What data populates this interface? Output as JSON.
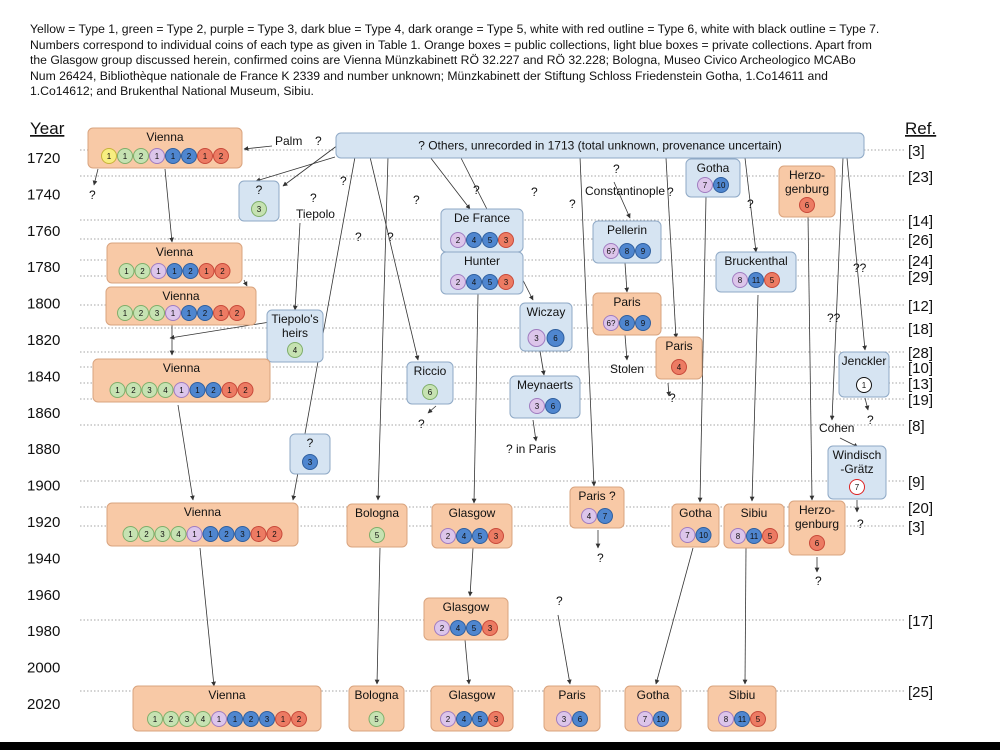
{
  "caption": [
    "Yellow = Type 1, green = Type 2, purple = Type 3, dark blue = Type 4, dark orange = Type 5, white with red outline = Type 6, white with black outline = Type 7.",
    "Numbers correspond to individual coins of each type as given in Table 1. Orange boxes = public collections, light blue boxes = private collections. Apart from",
    "the Glasgow group discussed herein, confirmed coins are Vienna Münzkabinett RÖ 32.227 and RÖ 32.228; Bologna, Museo Civico Archeologico MCABo",
    "Num 26424, Bibliothèque nationale de France K 2339 and number unknown; Münzkabinett der Stiftung Schloss Friedenstein Gotha, 1.Co14611 and",
    "1.Co14612; and Brukenthal National Museum, Sibiu."
  ],
  "colors": {
    "public": "#f8c9a6",
    "private": "#d6e4f2",
    "type1": "#f7ee80",
    "type2": "#c6e2b2",
    "type3": "#dcc5ea",
    "type4": "#4f86cf",
    "type5": "#ec7b63",
    "type6": "#ffffff",
    "type7": "#ffffff"
  },
  "axis": {
    "year_header": "Year",
    "ref_header": "Ref.",
    "years": [
      "1720",
      "1740",
      "1760",
      "1780",
      "1800",
      "1820",
      "1840",
      "1860",
      "1880",
      "1900",
      "1920",
      "1940",
      "1960",
      "1980",
      "2000",
      "2020"
    ]
  },
  "refs": [
    "[3]",
    "[23]",
    "[14]",
    "[26]",
    "[24]",
    "[29]",
    "[12]",
    "[18]",
    "[28]",
    "[10]",
    "[13]",
    "[19]",
    "[8]",
    "[9]",
    "[20]",
    "[3]",
    "[17]",
    "[25]"
  ],
  "collections": [
    {
      "id": "vienna1713",
      "label": "Vienna",
      "kind": "public",
      "coins": [
        {
          "t": 1,
          "n": "1"
        },
        {
          "t": 2,
          "n": "1"
        },
        {
          "t": 2,
          "n": "2"
        },
        {
          "t": 3,
          "n": "1"
        },
        {
          "t": 4,
          "n": "1"
        },
        {
          "t": 4,
          "n": "2"
        },
        {
          "t": 5,
          "n": "1"
        },
        {
          "t": 5,
          "n": "2"
        }
      ]
    },
    {
      "id": "others",
      "label": "? Others, unrecorded in 1713 (total unknown, provenance uncertain)",
      "kind": "private",
      "coins": []
    },
    {
      "id": "q1740",
      "label": "?",
      "kind": "private",
      "coins": [
        {
          "t": 2,
          "n": "3"
        }
      ]
    },
    {
      "id": "gotha1730",
      "label": "Gotha",
      "kind": "private",
      "coins": [
        {
          "t": 3,
          "n": "7"
        },
        {
          "t": 4,
          "n": "10"
        }
      ]
    },
    {
      "id": "herzo1740",
      "label": "Herzo-|genburg",
      "kind": "public",
      "coins": [
        {
          "t": 5,
          "n": "6"
        }
      ]
    },
    {
      "id": "defrance",
      "label": "De France",
      "kind": "private",
      "coins": [
        {
          "t": 3,
          "n": "2"
        },
        {
          "t": 4,
          "n": "4"
        },
        {
          "t": 4,
          "n": "5"
        },
        {
          "t": 5,
          "n": "3"
        }
      ]
    },
    {
      "id": "pellerin",
      "label": "Pellerin",
      "kind": "private",
      "coins": [
        {
          "t": 3,
          "n": "6?"
        },
        {
          "t": 4,
          "n": "8"
        },
        {
          "t": 4,
          "n": "9"
        }
      ]
    },
    {
      "id": "vienna1775",
      "label": "Vienna",
      "kind": "public",
      "coins": [
        {
          "t": 2,
          "n": "1"
        },
        {
          "t": 2,
          "n": "2"
        },
        {
          "t": 3,
          "n": "1"
        },
        {
          "t": 4,
          "n": "1"
        },
        {
          "t": 4,
          "n": "2"
        },
        {
          "t": 5,
          "n": "1"
        },
        {
          "t": 5,
          "n": "2"
        }
      ]
    },
    {
      "id": "hunter",
      "label": "Hunter",
      "kind": "private",
      "coins": [
        {
          "t": 3,
          "n": "2"
        },
        {
          "t": 4,
          "n": "4"
        },
        {
          "t": 4,
          "n": "5"
        },
        {
          "t": 5,
          "n": "3"
        }
      ]
    },
    {
      "id": "bruck1780",
      "label": "Bruckenthal",
      "kind": "private",
      "coins": [
        {
          "t": 3,
          "n": "8"
        },
        {
          "t": 4,
          "n": "11"
        },
        {
          "t": 5,
          "n": "5"
        }
      ]
    },
    {
      "id": "vienna1800",
      "label": "Vienna",
      "kind": "public",
      "coins": [
        {
          "t": 2,
          "n": "1"
        },
        {
          "t": 2,
          "n": "2"
        },
        {
          "t": 2,
          "n": "3"
        },
        {
          "t": 3,
          "n": "1"
        },
        {
          "t": 4,
          "n": "1"
        },
        {
          "t": 4,
          "n": "2"
        },
        {
          "t": 5,
          "n": "1"
        },
        {
          "t": 5,
          "n": "2"
        }
      ]
    },
    {
      "id": "paris1805",
      "label": "Paris",
      "kind": "public",
      "coins": [
        {
          "t": 3,
          "n": "6?"
        },
        {
          "t": 4,
          "n": "8"
        },
        {
          "t": 4,
          "n": "9"
        }
      ]
    },
    {
      "id": "wiczay",
      "label": "Wiczay",
      "kind": "private",
      "coins": [
        {
          "t": 3,
          "n": "3"
        },
        {
          "t": 4,
          "n": "6"
        }
      ]
    },
    {
      "id": "tiepoloheirs",
      "label": "Tiepolo's|heirs",
      "kind": "private",
      "coins": [
        {
          "t": 2,
          "n": "4"
        }
      ]
    },
    {
      "id": "paris1835",
      "label": "Paris",
      "kind": "public",
      "coins": [
        {
          "t": 5,
          "n": "4"
        }
      ]
    },
    {
      "id": "vienna1840",
      "label": "Vienna",
      "kind": "public",
      "coins": [
        {
          "t": 2,
          "n": "1"
        },
        {
          "t": 2,
          "n": "2"
        },
        {
          "t": 2,
          "n": "3"
        },
        {
          "t": 2,
          "n": "4"
        },
        {
          "t": 3,
          "n": "1"
        },
        {
          "t": 4,
          "n": "1"
        },
        {
          "t": 4,
          "n": "2"
        },
        {
          "t": 5,
          "n": "1"
        },
        {
          "t": 5,
          "n": "2"
        }
      ]
    },
    {
      "id": "riccio",
      "label": "Riccio",
      "kind": "private",
      "coins": [
        {
          "t": 2,
          "n": "6"
        }
      ]
    },
    {
      "id": "meynaerts",
      "label": "Meynaerts",
      "kind": "private",
      "coins": [
        {
          "t": 3,
          "n": "3"
        },
        {
          "t": 4,
          "n": "6"
        }
      ]
    },
    {
      "id": "jenckler",
      "label": "Jenckler",
      "kind": "private",
      "coins": [
        {
          "t": 7,
          "n": "1"
        }
      ]
    },
    {
      "id": "q1885",
      "label": "?",
      "kind": "private",
      "coins": [
        {
          "t": 4,
          "n": "3"
        }
      ]
    },
    {
      "id": "windisch",
      "label": "Windisch|-Grätz",
      "kind": "private",
      "coins": [
        {
          "t": 6,
          "n": "7"
        }
      ]
    },
    {
      "id": "vienna1920",
      "label": "Vienna",
      "kind": "public",
      "coins": [
        {
          "t": 2,
          "n": "1"
        },
        {
          "t": 2,
          "n": "2"
        },
        {
          "t": 2,
          "n": "3"
        },
        {
          "t": 2,
          "n": "4"
        },
        {
          "t": 3,
          "n": "1"
        },
        {
          "t": 4,
          "n": "1"
        },
        {
          "t": 4,
          "n": "2"
        },
        {
          "t": 4,
          "n": "3"
        },
        {
          "t": 5,
          "n": "1"
        },
        {
          "t": 5,
          "n": "2"
        }
      ]
    },
    {
      "id": "bologna1920",
      "label": "Bologna",
      "kind": "public",
      "coins": [
        {
          "t": 2,
          "n": "5"
        }
      ]
    },
    {
      "id": "glasgow1920",
      "label": "Glasgow",
      "kind": "public",
      "coins": [
        {
          "t": 3,
          "n": "2"
        },
        {
          "t": 4,
          "n": "4"
        },
        {
          "t": 4,
          "n": "5"
        },
        {
          "t": 5,
          "n": "3"
        }
      ]
    },
    {
      "id": "paris1915",
      "label": "Paris ?",
      "kind": "public",
      "coins": [
        {
          "t": 3,
          "n": "4"
        },
        {
          "t": 4,
          "n": "7"
        }
      ]
    },
    {
      "id": "gotha1920",
      "label": "Gotha",
      "kind": "public",
      "coins": [
        {
          "t": 3,
          "n": "7"
        },
        {
          "t": 4,
          "n": "10"
        }
      ]
    },
    {
      "id": "sibiu1920",
      "label": "Sibiu",
      "kind": "public",
      "coins": [
        {
          "t": 3,
          "n": "8"
        },
        {
          "t": 4,
          "n": "11"
        },
        {
          "t": 5,
          "n": "5"
        }
      ]
    },
    {
      "id": "herzo1920",
      "label": "Herzo-|genburg",
      "kind": "public",
      "coins": [
        {
          "t": 5,
          "n": "6"
        }
      ]
    },
    {
      "id": "glasgow1975",
      "label": "Glasgow",
      "kind": "public",
      "coins": [
        {
          "t": 3,
          "n": "2"
        },
        {
          "t": 4,
          "n": "4"
        },
        {
          "t": 4,
          "n": "5"
        },
        {
          "t": 5,
          "n": "3"
        }
      ]
    },
    {
      "id": "vienna2020",
      "label": "Vienna",
      "kind": "public",
      "coins": [
        {
          "t": 2,
          "n": "1"
        },
        {
          "t": 2,
          "n": "2"
        },
        {
          "t": 2,
          "n": "3"
        },
        {
          "t": 2,
          "n": "4"
        },
        {
          "t": 3,
          "n": "1"
        },
        {
          "t": 4,
          "n": "1"
        },
        {
          "t": 4,
          "n": "2"
        },
        {
          "t": 4,
          "n": "3"
        },
        {
          "t": 5,
          "n": "1"
        },
        {
          "t": 5,
          "n": "2"
        }
      ]
    },
    {
      "id": "bologna2020",
      "label": "Bologna",
      "kind": "public",
      "coins": [
        {
          "t": 2,
          "n": "5"
        }
      ]
    },
    {
      "id": "glasgow2020",
      "label": "Glasgow",
      "kind": "public",
      "coins": [
        {
          "t": 3,
          "n": "2"
        },
        {
          "t": 4,
          "n": "4"
        },
        {
          "t": 4,
          "n": "5"
        },
        {
          "t": 5,
          "n": "3"
        }
      ]
    },
    {
      "id": "paris2020",
      "label": "Paris",
      "kind": "public",
      "coins": [
        {
          "t": 3,
          "n": "3"
        },
        {
          "t": 4,
          "n": "6"
        }
      ]
    },
    {
      "id": "gotha2020",
      "label": "Gotha",
      "kind": "public",
      "coins": [
        {
          "t": 3,
          "n": "7"
        },
        {
          "t": 4,
          "n": "10"
        }
      ]
    },
    {
      "id": "sibiu2020",
      "label": "Sibiu",
      "kind": "public",
      "coins": [
        {
          "t": 3,
          "n": "8"
        },
        {
          "t": 4,
          "n": "11"
        },
        {
          "t": 5,
          "n": "5"
        }
      ]
    }
  ],
  "notes": {
    "palm": "Palm",
    "q": "?",
    "qq": "??",
    "tiepolo": "Tiepolo",
    "constantinople": "Constantinople",
    "stolen": "Stolen",
    "q_in_paris": "? in Paris",
    "cohen": "Cohen"
  }
}
